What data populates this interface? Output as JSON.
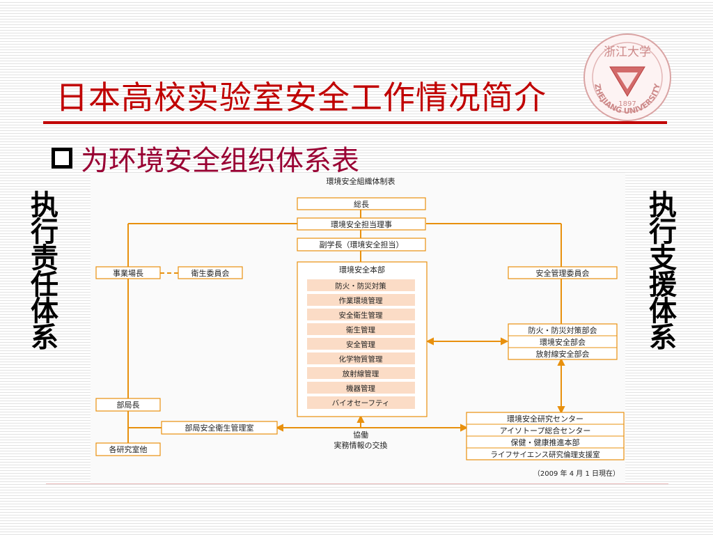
{
  "slide": {
    "title": "日本高校实验室安全工作情况简介",
    "bullet": "为环境安全组织体系表",
    "left_label": "执行责任体系",
    "right_label": "执行支援体系"
  },
  "logo": {
    "icon": "university-seal-icon",
    "text": [
      "ZHEJIANG UNIVERSITY",
      "1897",
      "浙江大学"
    ]
  },
  "chart": {
    "title": "環境安全組織体制表",
    "center": {
      "president": "総長",
      "director": "環境安全担当理事",
      "vice_president": "副学長（環境安全担当）",
      "headquarters": "環境安全本部",
      "sections": [
        "防火・防災対策",
        "作業環境管理",
        "安全衛生管理",
        "衛生管理",
        "安全管理",
        "化学物質管理",
        "放射線管理",
        "機器管理",
        "バイオセーフティ"
      ]
    },
    "left": {
      "site_manager": "事業場長",
      "health_committee": "衛生委員会",
      "dept_head": "部局長",
      "dept_office": "部局安全衛生管理室",
      "labs": "各研究室他"
    },
    "right": {
      "safety_committee": "安全管理委員会",
      "subcommittees": [
        "防火・防災対策部会",
        "環境安全部会",
        "放射線安全部会"
      ],
      "centers": [
        "環境安全研究センター",
        "アイソトープ総合センター",
        "保健・健康推進本部",
        "ライフサイエンス研究倫理支援室"
      ]
    },
    "cooperation": [
      "協働",
      "実務情報の交換"
    ],
    "date_note": "（2009 年 4 月 1 日現在）",
    "colors": {
      "line": "#e8900d",
      "fill": "#fbdcc6",
      "border": "#e8900d"
    }
  }
}
